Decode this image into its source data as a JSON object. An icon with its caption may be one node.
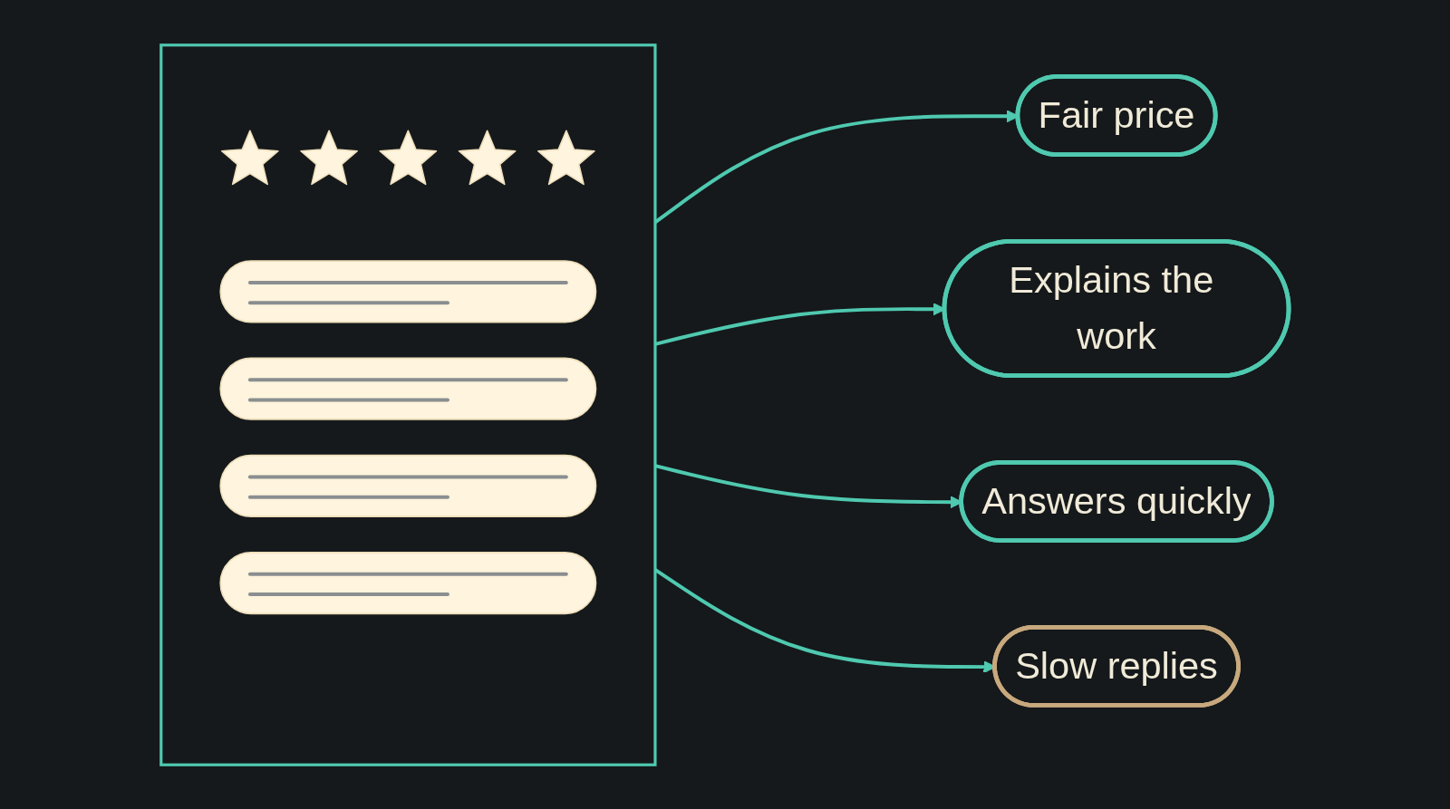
{
  "diagram": {
    "nodes": [
      {
        "text": [],
        "shape": "picture"
      },
      {
        "text": [
          "Fair price"
        ]
      },
      {
        "text": [
          "Explains the work"
        ]
      },
      {
        "text": [
          "Answers quickly"
        ]
      },
      {
        "text": [
          "Slow replies"
        ]
      }
    ],
    "edges": [
      {
        "from": 0,
        "to": 1,
        "arrow": "to"
      },
      {
        "from": 0,
        "to": 2,
        "arrow": "to"
      },
      {
        "from": 0,
        "to": 3,
        "arrow": "to"
      },
      {
        "from": 0,
        "to": 4,
        "arrow": "to"
      }
    ]
  }
}
